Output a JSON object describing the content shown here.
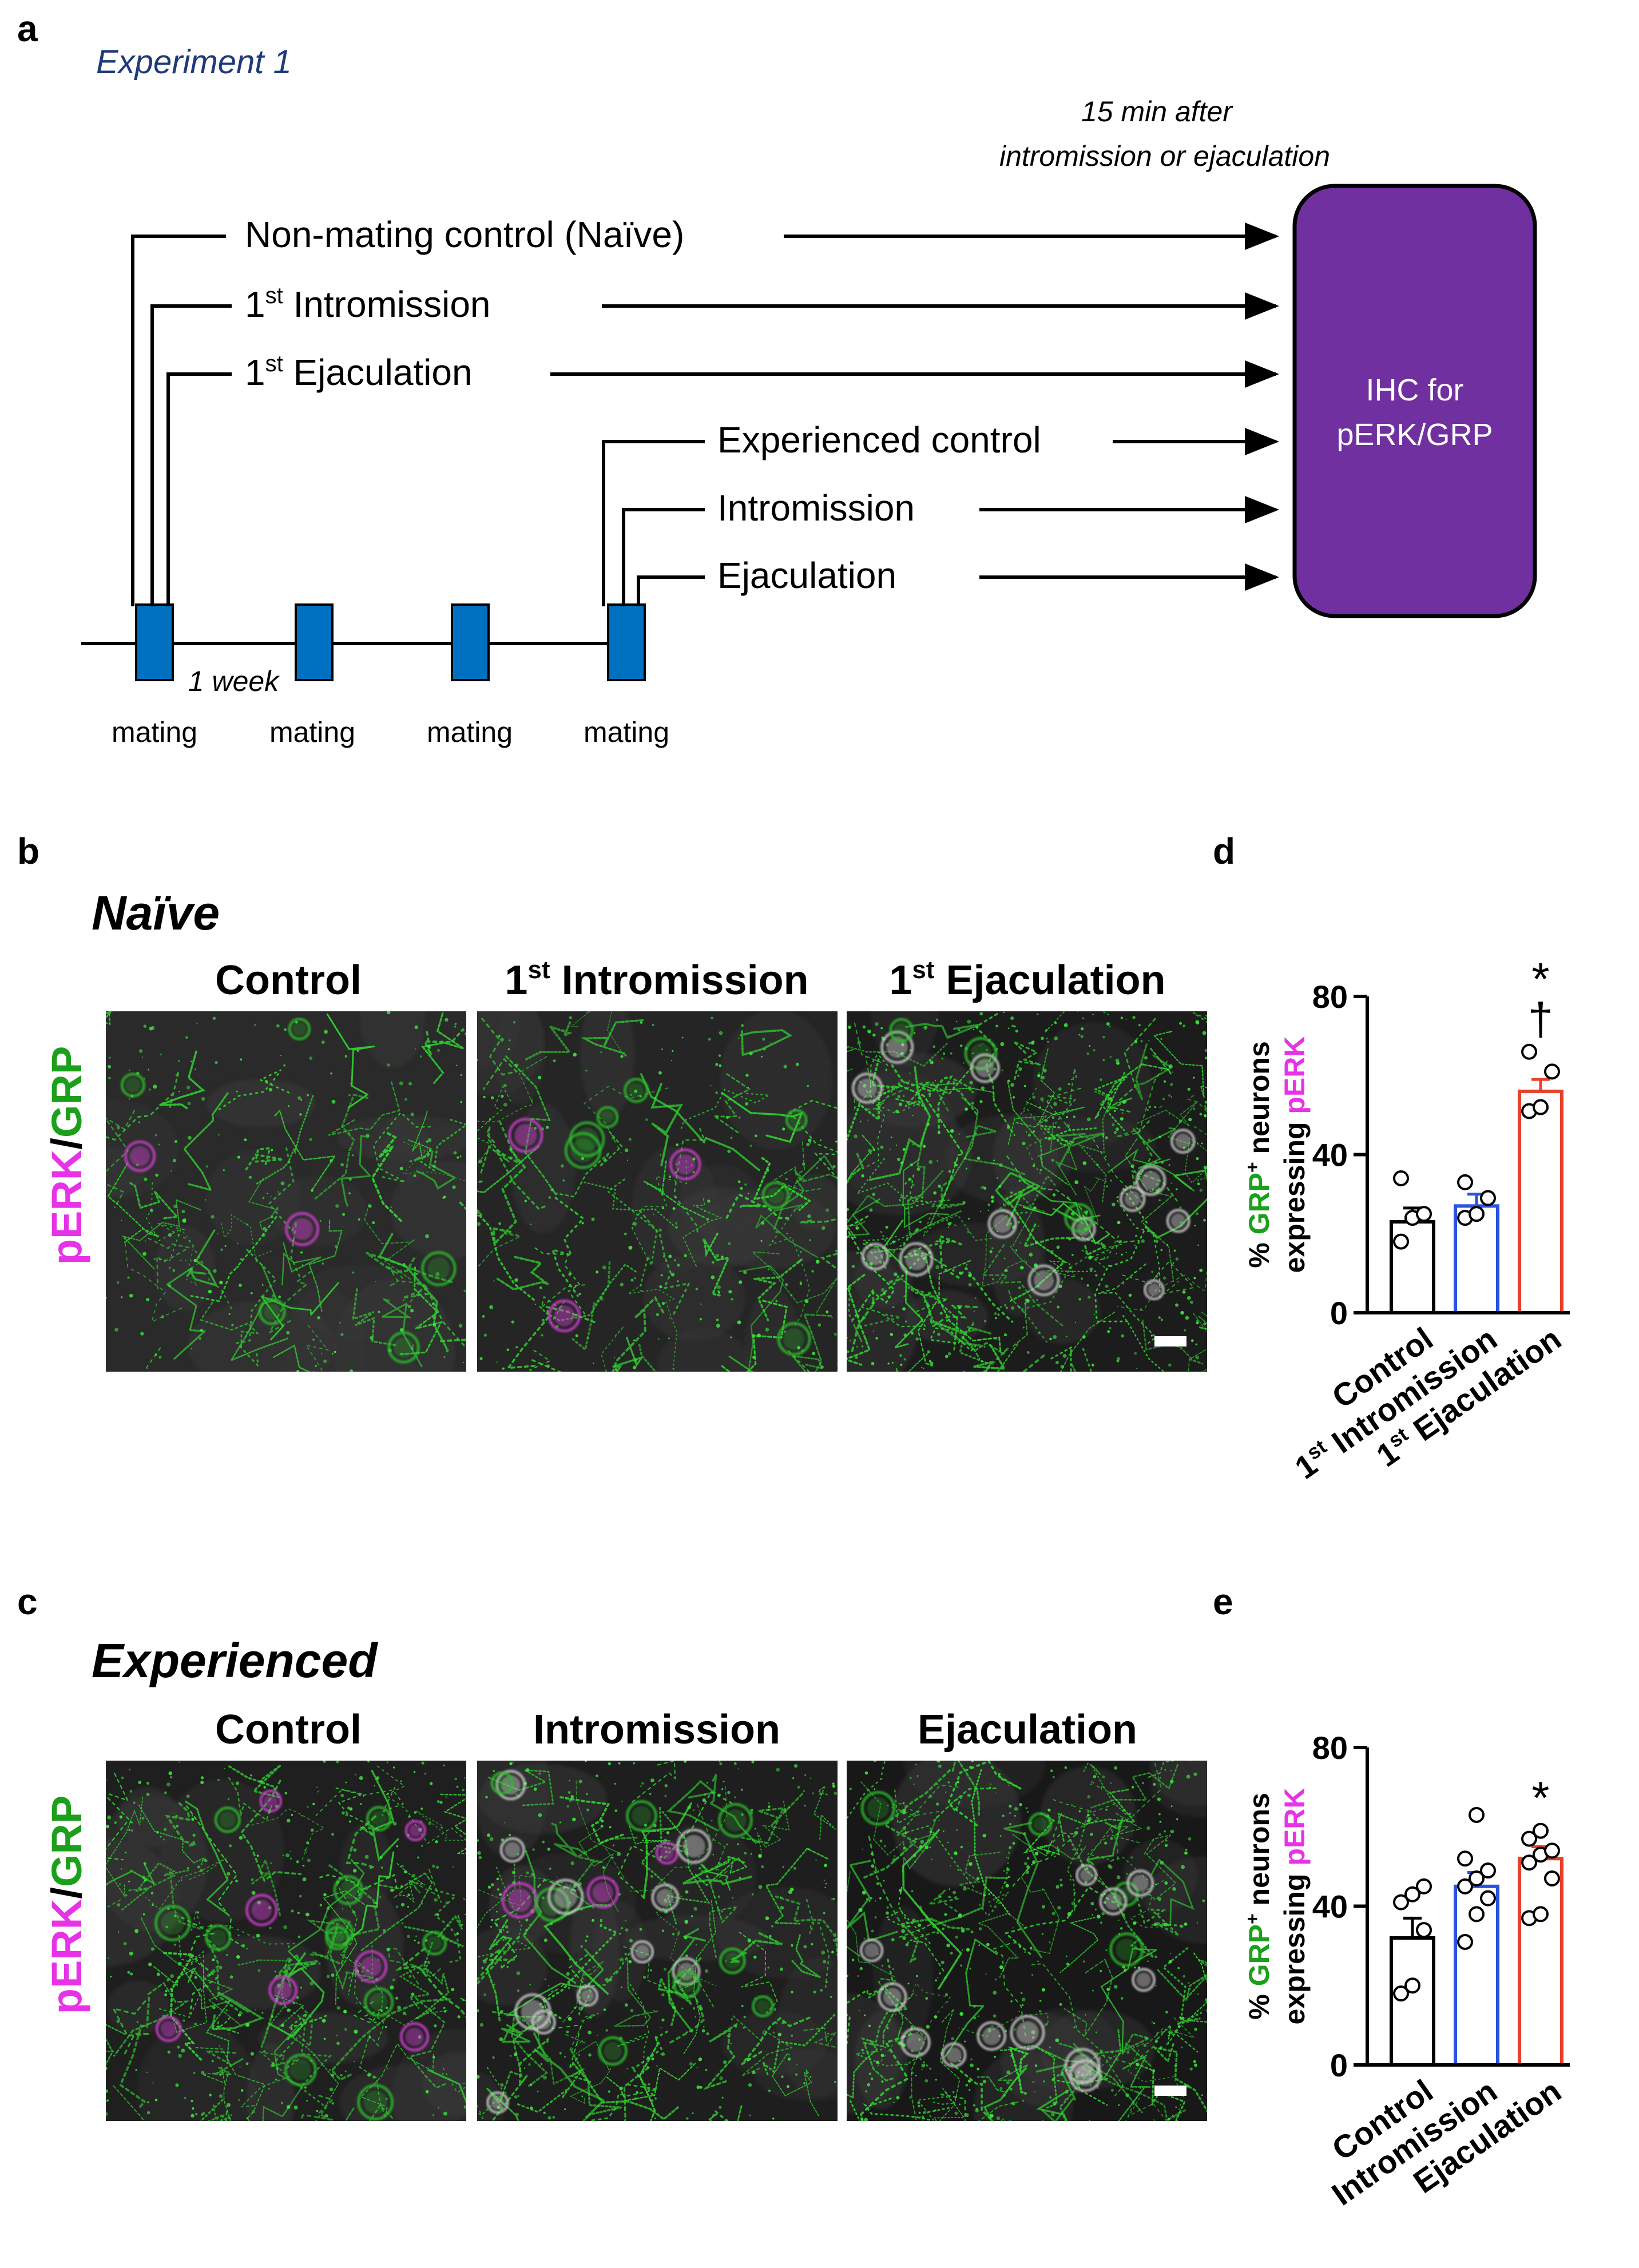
{
  "panel_a": {
    "letter": "a",
    "experiment_title": "Experiment 1",
    "timing_line1": "15 min after",
    "timing_line2": "intromission or ejaculation",
    "groups": [
      {
        "label_main": "Non-mating control (Naïve)",
        "label_sup": "",
        "label_after": ""
      },
      {
        "label_main": "1",
        "label_sup": "st",
        "label_after": " Intromission"
      },
      {
        "label_main": "1",
        "label_sup": "st",
        "label_after": " Ejaculation"
      },
      {
        "label_main": "Experienced control",
        "label_sup": "",
        "label_after": ""
      },
      {
        "label_main": "Intromission",
        "label_sup": "",
        "label_after": ""
      },
      {
        "label_main": "Ejaculation",
        "label_sup": "",
        "label_after": ""
      }
    ],
    "box_line1": "IHC for",
    "box_line2": "pERK/GRP",
    "interval_label": "1 week",
    "session_labels": [
      "mating",
      "mating",
      "mating",
      "mating"
    ],
    "colors": {
      "box": "#7030A0",
      "session_block": "#0070C0",
      "title": "#1F3A7A"
    }
  },
  "panel_b": {
    "letter": "b",
    "title": "Naïve",
    "stain_label_magenta": "pERK",
    "stain_label_slash": "/",
    "stain_label_green": "GRP",
    "image_titles": [
      {
        "main": "Control",
        "sup": "",
        "after": ""
      },
      {
        "main": "1",
        "sup": "st",
        "after": " Intromission"
      },
      {
        "main": "1",
        "sup": "st",
        "after": " Ejaculation"
      }
    ]
  },
  "panel_c": {
    "letter": "c",
    "title": "Experienced",
    "stain_label_magenta": "pERK",
    "stain_label_slash": "/",
    "stain_label_green": "GRP",
    "image_titles": [
      {
        "main": "Control",
        "sup": "",
        "after": ""
      },
      {
        "main": "Intromission",
        "sup": "",
        "after": ""
      },
      {
        "main": "Ejaculation",
        "sup": "",
        "after": ""
      }
    ]
  },
  "colors": {
    "magenta": "#E832E8",
    "green": "#1CA01C",
    "control_bar": "#000000",
    "intromission_bar": "#2A52E0",
    "ejaculation_bar": "#E8402A"
  },
  "chart_data": [
    {
      "panel": "d",
      "type": "bar",
      "ylabel_line1_prefix": "% ",
      "ylabel_line1_green": "GRP",
      "ylabel_line1_sup": "+",
      "ylabel_line1_suffix": " neurons",
      "ylabel_line2_prefix": "expressing ",
      "ylabel_line2_magenta": "pERK",
      "ylim": [
        0,
        80
      ],
      "yticks": [
        0,
        40,
        80
      ],
      "categories": [
        {
          "main": "Control",
          "sup": "",
          "after": ""
        },
        {
          "main": "1",
          "sup": "st",
          "after": " Intromission"
        },
        {
          "main": "1",
          "sup": "st",
          "after": " Ejaculation"
        }
      ],
      "values": [
        23,
        27,
        56
      ],
      "errors": [
        3.5,
        3,
        3
      ],
      "points": [
        [
          18,
          24,
          25,
          34
        ],
        [
          24,
          25,
          29,
          33
        ],
        [
          51,
          52,
          61,
          66
        ]
      ],
      "annotations": [
        {
          "index": 2,
          "lines": [
            "*",
            "†"
          ]
        }
      ]
    },
    {
      "panel": "e",
      "type": "bar",
      "ylabel_line1_prefix": "% ",
      "ylabel_line1_green": "GRP",
      "ylabel_line1_sup": "+",
      "ylabel_line1_suffix": " neurons",
      "ylabel_line2_prefix": "expressing ",
      "ylabel_line2_magenta": "pERK",
      "ylim": [
        0,
        80
      ],
      "yticks": [
        0,
        40,
        80
      ],
      "categories": [
        {
          "main": "Control",
          "sup": "",
          "after": ""
        },
        {
          "main": "Intromission",
          "sup": "",
          "after": ""
        },
        {
          "main": "Ejaculation",
          "sup": "",
          "after": ""
        }
      ],
      "values": [
        32,
        45,
        52
      ],
      "errors": [
        5,
        3.5,
        3
      ],
      "points": [
        [
          18,
          20,
          34,
          41,
          43,
          45
        ],
        [
          31,
          38,
          42,
          45,
          47,
          49,
          52,
          63
        ],
        [
          37,
          38,
          47,
          51,
          53,
          54,
          57,
          59
        ]
      ],
      "annotations": [
        {
          "index": 2,
          "lines": [
            "*"
          ]
        }
      ]
    }
  ]
}
